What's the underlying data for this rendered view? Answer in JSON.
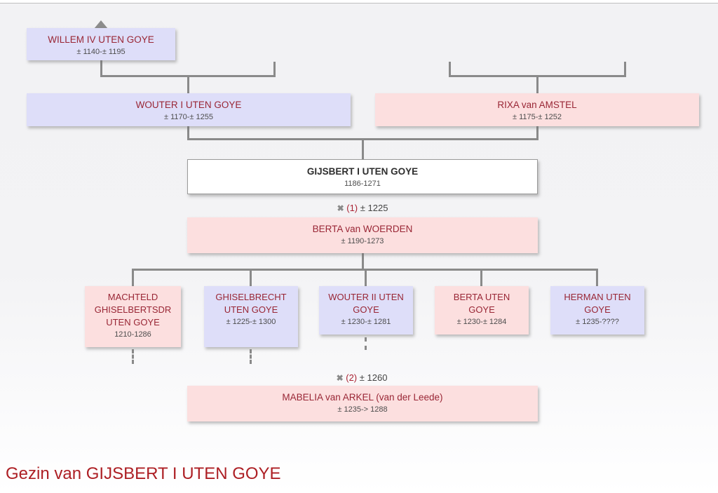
{
  "title": "Gezin van GIJSBERT I UTEN GOYE",
  "persons": {
    "willem": {
      "name": "WILLEM IV UTEN GOYE",
      "dates": "± 1140-± 1195",
      "sex": "male"
    },
    "wouter1": {
      "name": "WOUTER I UTEN GOYE",
      "dates": "± 1170-± 1255",
      "sex": "male"
    },
    "rixa": {
      "name": "RIXA van AMSTEL",
      "dates": "± 1175-± 1252",
      "sex": "female"
    },
    "gijsbert": {
      "name": "GIJSBERT I UTEN GOYE",
      "dates": "1186-1271",
      "sex": "central"
    },
    "berta_woerden": {
      "name": "BERTA van WOERDEN",
      "dates": "± 1190-1273",
      "sex": "female"
    },
    "machteld": {
      "name": "MACHTELD GHISELBERTSDR UTEN GOYE",
      "dates": "1210-1286",
      "sex": "female"
    },
    "ghiselbrecht": {
      "name": "GHISELBRECHT UTEN GOYE",
      "dates": "± 1225-± 1300",
      "sex": "male"
    },
    "wouter2": {
      "name": "WOUTER II UTEN GOYE",
      "dates": "± 1230-± 1281",
      "sex": "male"
    },
    "berta_goye": {
      "name": "BERTA UTEN GOYE",
      "dates": "± 1230-± 1284",
      "sex": "female"
    },
    "herman": {
      "name": "HERMAN UTEN GOYE",
      "dates": "± 1235-????",
      "sex": "male"
    },
    "mabelia": {
      "name": "MABELIA van ARKEL (van der Leede)",
      "dates": "± 1235-> 1288",
      "sex": "female"
    }
  },
  "marriages": {
    "first": {
      "symbol": "✖",
      "label": "(1)",
      "date": "± 1225"
    },
    "second": {
      "symbol": "✖",
      "label": "(2)",
      "date": "± 1260"
    }
  },
  "colors": {
    "male_box": "#dedef9",
    "female_box": "#fcdfdf",
    "central_box": "#ffffff",
    "name_text": "#992635",
    "date_text": "#4d4d4d",
    "connector": "#8a8a8a",
    "title_text": "#ad1f24"
  }
}
